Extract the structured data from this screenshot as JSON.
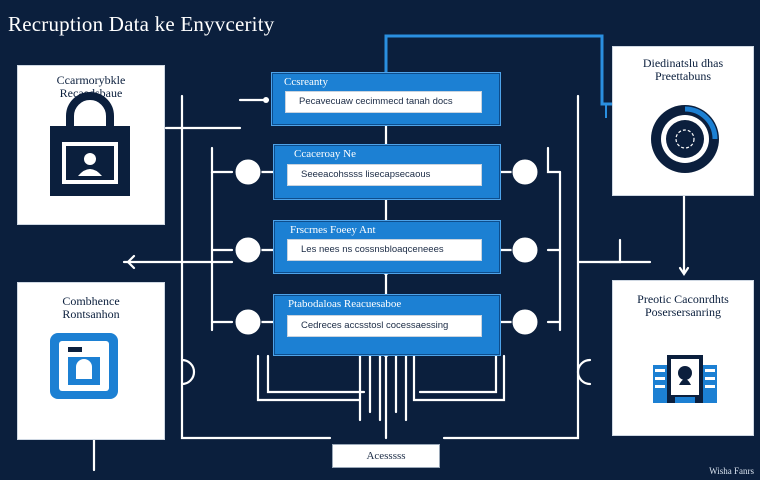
{
  "title": "Recruption Data ke Enyvcerity",
  "panels": {
    "top_left": {
      "title": "Ccarmorybkle",
      "subtitle": "Recaedsbaue"
    },
    "mid_left": {
      "title": "Combhence",
      "subtitle": "Rontsanhon"
    },
    "top_right": {
      "title": "Diedinatslu dhas",
      "subtitle": "Preettabuns"
    },
    "mid_right": {
      "title": "Preotic Caconrdhts",
      "subtitle": "Posersersanring"
    }
  },
  "nodes": [
    {
      "header": "Ccsreanty",
      "field": "Pecavecuaw cecimmecd tanah docs"
    },
    {
      "header": "Ccaceroay Ne",
      "field": "Seeeacohssss lisecapsecaous"
    },
    {
      "header": "Frscrnes Foeey  Ant",
      "field": "Les nees ns cossnsbloaqceneees"
    },
    {
      "header": "Ptabodaloas Reacuesaboe",
      "field": "Cedreces accsstosl cocessaessing"
    }
  ],
  "access_label": "Acesssss",
  "watermark": "Wisha Fanrs",
  "colors": {
    "background": "#0b1f3d",
    "node": "#1c80d3",
    "connector": "#ffffff",
    "accent_line": "#2a8fe0"
  }
}
